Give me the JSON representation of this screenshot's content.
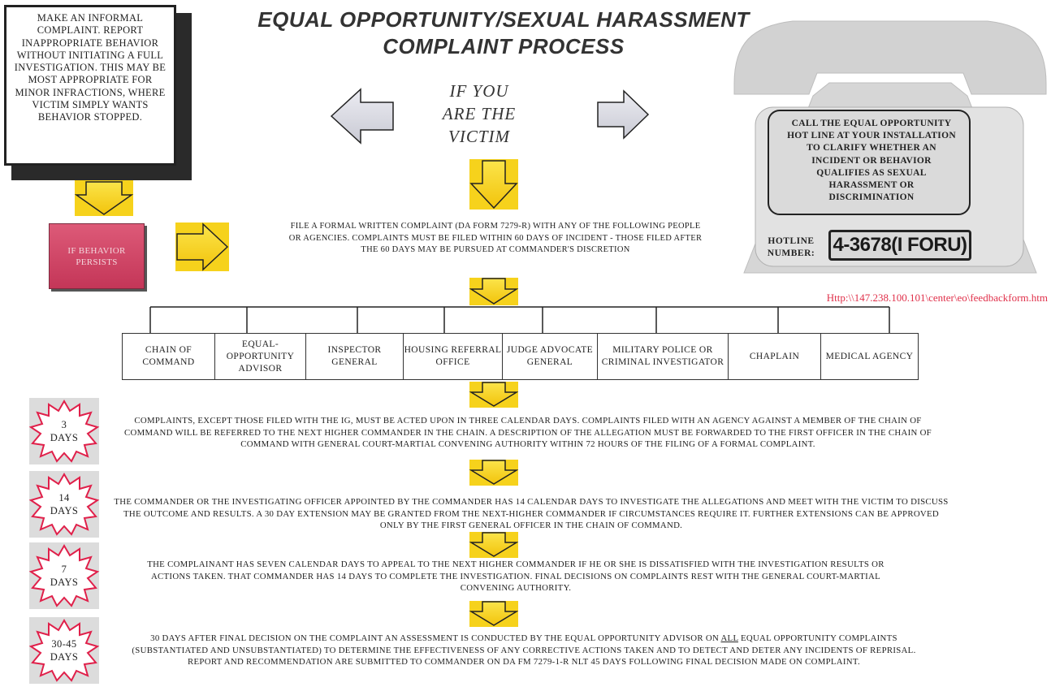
{
  "title_line1": "EQUAL OPPORTUNITY/SEXUAL HARASSMENT",
  "title_line2": "COMPLAINT PROCESS",
  "victim_line1": "IF YOU",
  "victim_line2": "ARE THE",
  "victim_line3": "VICTIM",
  "informal_text": "MAKE AN INFORMAL COMPLAINT. REPORT INAPPROPRIATE BEHAVIOR WITHOUT INITIATING A FULL INVESTIGATION. THIS MAY BE MOST APPROPRIATE FOR MINOR INFRACTIONS, WHERE VICTIM SIMPLY WANTS BEHAVIOR STOPPED.",
  "persists_text": "IF BEHAVIOR PERSISTS",
  "formal_text": "FILE A FORMAL WRITTEN COMPLAINT (DA FORM 7279-R) WITH ANY OF THE FOLLOWING PEOPLE OR AGENCIES. COMPLAINTS MUST BE FILED WITHIN 60 DAYS OF INCIDENT - THOSE FILED AFTER THE 60 DAYS MAY BE PURSUED AT COMMANDER'S DISCRETION",
  "hotline_text": "CALL THE EQUAL OPPORTUNITY HOT LINE AT YOUR INSTALLATION TO CLARIFY WHETHER AN INCIDENT OR BEHAVIOR QUALIFIES AS SEXUAL HARASSMENT OR DISCRIMINATION",
  "hotline_label": "HOTLINE NUMBER:",
  "hotline_number": "4-3678(I FORU)",
  "url": "Http:\\\\147.238.100.101\\center\\eo\\feedbackform.htm",
  "agencies": [
    "CHAIN OF COMMAND",
    "EQUAL-OPPORTUNITY ADVISOR",
    "INSPECTOR GENERAL",
    "HOUSING REFERRAL OFFICE",
    "JUDGE ADVOCATE GENERAL",
    "MILITARY POLICE OR CRIMINAL INVESTIGATOR",
    "CHAPLAIN",
    "MEDICAL AGENCY"
  ],
  "steps": [
    {
      "days_number": "3",
      "days_unit": "DAYS",
      "text": "COMPLAINTS, EXCEPT THOSE FILED WITH THE IG, MUST BE ACTED UPON IN THREE CALENDAR DAYS. COMPLAINTS FILED WITH AN AGENCY AGAINST A MEMBER OF THE CHAIN OF COMMAND WILL BE REFERRED TO THE NEXT HIGHER COMMANDER IN THE CHAIN. A DESCRIPTION OF THE ALLEGATION MUST BE FORWARDED TO THE FIRST OFFICER IN THE CHAIN OF COMMAND WITH GENERAL COURT-MARTIAL CONVENING AUTHORITY WITHIN 72 HOURS OF THE FILING OF A FORMAL COMPLAINT."
    },
    {
      "days_number": "14",
      "days_unit": "DAYS",
      "text": "THE COMMANDER OR THE INVESTIGATING OFFICER APPOINTED BY THE COMMANDER HAS 14 CALENDAR DAYS TO INVESTIGATE THE ALLEGATIONS AND MEET WITH THE VICTIM TO DISCUSS THE OUTCOME AND RESULTS. A 30 DAY EXTENSION MAY BE GRANTED FROM THE NEXT-HIGHER COMMANDER IF CIRCUMSTANCES REQUIRE IT. FURTHER EXTENSIONS CAN BE APPROVED ONLY BY THE FIRST GENERAL OFFICER IN THE CHAIN OF COMMAND."
    },
    {
      "days_number": "7",
      "days_unit": "DAYS",
      "text": "THE COMPLAINANT HAS SEVEN CALENDAR DAYS TO APPEAL TO THE NEXT HIGHER COMMANDER IF HE OR SHE IS DISSATISFIED WITH THE INVESTIGATION RESULTS OR ACTIONS TAKEN. THAT COMMANDER HAS 14 DAYS TO COMPLETE THE INVESTIGATION. FINAL DECISIONS ON COMPLAINTS REST WITH THE GENERAL COURT-MARTIAL CONVENING AUTHORITY."
    },
    {
      "days_number": "30-45",
      "days_unit": "DAYS",
      "text_before": "30 DAYS AFTER FINAL DECISION ON THE COMPLAINT AN ASSESSMENT IS CONDUCTED BY THE EQUAL OPPORTUNITY ADVISOR ON ",
      "text_emphasis": "ALL",
      "text_after": " EQUAL OPPORTUNITY COMPLAINTS (SUBSTANTIATED AND UNSUBSTANTIATED) TO DETERMINE THE EFFECTIVENESS OF ANY CORRECTIVE ACTIONS TAKEN AND TO DETECT AND DETER ANY INCIDENTS OF REPRISAL. REPORT AND RECOMMENDATION ARE SUBMITTED TO COMMANDER ON DA FM 7279-1-R NLT 45 DAYS FOLLOWING FINAL DECISION MADE ON COMPLAINT."
    }
  ],
  "colors": {
    "arrow_yellow": "#f6d21c",
    "arrow_gray": "#dcdde4",
    "pink_box": "#d2466a",
    "url_red": "#e0304a",
    "starburst": "#e0204a"
  }
}
